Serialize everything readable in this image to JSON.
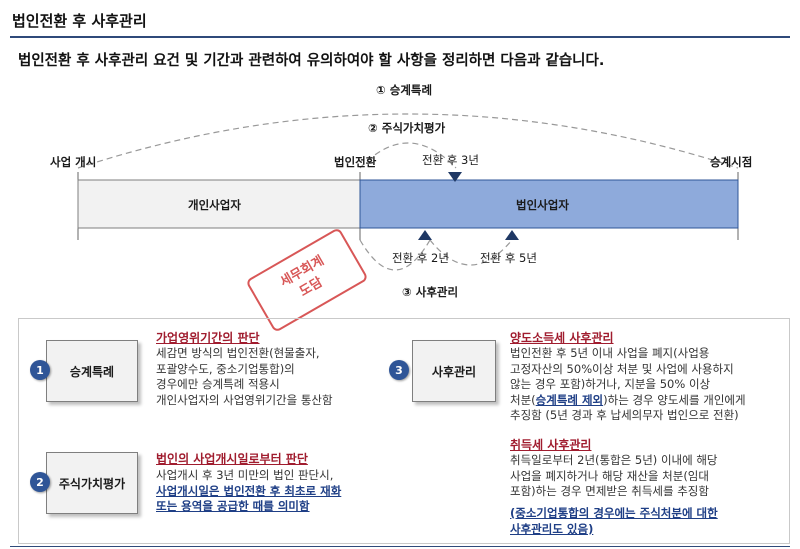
{
  "header": {
    "title": "법인전환 후 사후관리"
  },
  "intro": "법인전환 후 사후관리 요건 및 기간과 관련하여 유의하여야 할 사항을 정리하면 다음과 같습니다.",
  "timeline": {
    "arc_labels": {
      "succession": "① 승계특례",
      "valuation": "② 주식가치평가",
      "post": "③ 사후관리"
    },
    "points": {
      "start": "사업 개시",
      "conversion": "법인전환",
      "succession_point": "승계시점"
    },
    "bars": {
      "individual": "개인사업자",
      "corporate": "법인사업자"
    },
    "markers": {
      "year3": "전환 후 3년",
      "year2": "전환 후 2년",
      "year5": "전환 후 5년"
    },
    "colors": {
      "individual_bar": "#f2f2f2",
      "corporate_bar": "#8eaadb",
      "marker": "#1f3864"
    }
  },
  "stamp": {
    "line1": "세무회계",
    "line2": "도담"
  },
  "panel": {
    "item1": {
      "badge": "1",
      "tag": "승계특례",
      "title": "가업영위기간의 판단",
      "lines": [
        "세감면 방식의 법인전환(현물출자,",
        "포괄양수도, 중소기업통합)의",
        "경우에만 승계특례 적용시",
        "개인사업자의 사업영위기간을 통산함"
      ]
    },
    "item2": {
      "badge": "2",
      "tag": "주식가치평가",
      "title": "법인의 사업개시일로부터 판단",
      "lines": [
        "사업개시 후 3년 미만의 법인 판단시,",
        "사업개시일은 법인전환 후 최초로 재화",
        "또는 용역을 공급한 때를 의미함"
      ]
    },
    "item3": {
      "badge": "3",
      "tag": "사후관리",
      "title1": "양도소득세 사후관리",
      "lines1": [
        "법인전환 후 5년 이내 사업을 폐지(사업용",
        "고정자산의 50%이상 처분 및 사업에 사용하지",
        "않는 경우 포함)하거나, 지분을 50% 이상"
      ],
      "line1_4a": "처분(",
      "line1_4b": "승계특례 제외",
      "line1_4c": ")하는 경우 양도세를 개인에게",
      "line1_5": "추징함 (5년 경과 후 납세의무자 법인으로 전환)",
      "title2": "취득세 사후관리",
      "lines2": [
        "취득일로부터 2년(통합은 5년) 이내에 해당",
        "사업을 폐지하거나 해당 재산을 처분(임대",
        "포함)하는 경우 면제받은 취득세를 추징함"
      ],
      "note_line1": "(중소기업통합의 경우에는 주식처분에 대한",
      "note_line2": "사후관리도 있음)"
    }
  }
}
